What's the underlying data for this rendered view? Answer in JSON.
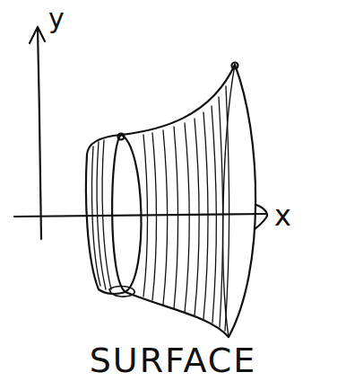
{
  "diagram": {
    "labels": [
      "y",
      "x",
      "SURFACE"
    ]
  }
}
